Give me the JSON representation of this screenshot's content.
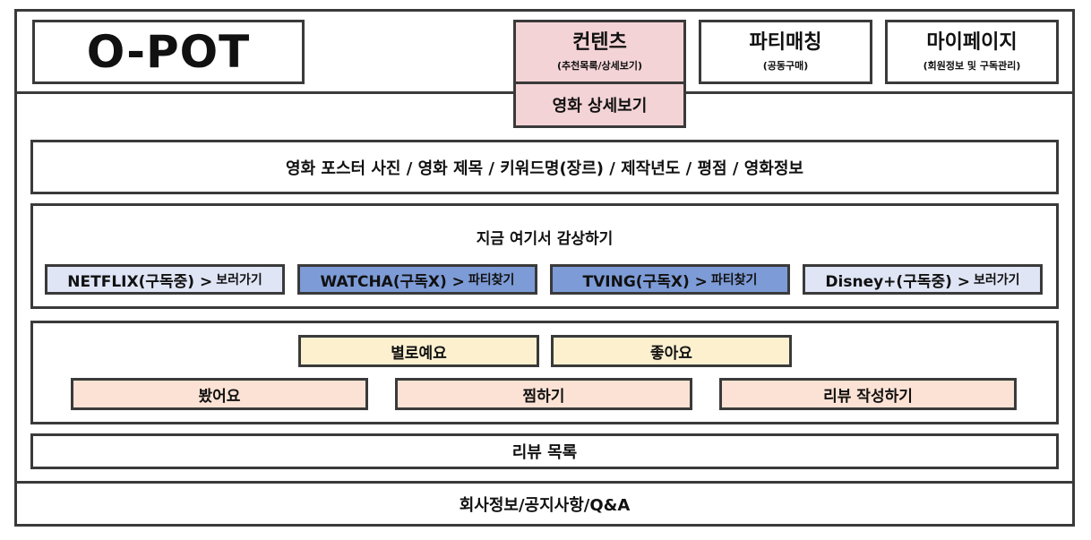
{
  "header": {
    "logo": "O-POT",
    "nav": [
      {
        "title": "컨텐츠",
        "subtitle": "(추천목록/상세보기)"
      },
      {
        "title": "파티매칭",
        "subtitle": "(공동구매)"
      },
      {
        "title": "마이페이지",
        "subtitle": "(회원정보 및 구독관리)"
      }
    ],
    "active_sub": "영화 상세보기"
  },
  "movie_info": "영화 포스터 사진 / 영화 제목 / 키워드명(장르) /  제작년도 / 평점 / 영화정보",
  "watch": {
    "title": "지금 여기서 감상하기",
    "services": [
      {
        "name": "NETFLIX(구독중) >",
        "action": "보러가기"
      },
      {
        "name": "WATCHA(구독X) >",
        "action": "파티찾기"
      },
      {
        "name": "TVING(구독X) >",
        "action": "파티찾기"
      },
      {
        "name": "Disney+(구독중) >",
        "action": "보러가기"
      }
    ]
  },
  "rating": {
    "dislike": "별로예요",
    "like": "좋아요"
  },
  "actions": {
    "watched": "봤어요",
    "wishlist": "찜하기",
    "write_review": "리뷰 작성하기"
  },
  "review_list": "리뷰 목록",
  "footer": "회사정보/공지사항/Q&A",
  "colors": {
    "border": "#3a3a3a",
    "content_pink": "#f3d3d6",
    "ott_subscribed": "#dfe5f5",
    "ott_unsubscribed": "#7d9bd6",
    "rating_yellow": "#fdf0cf",
    "action_peach": "#fbe2d4"
  }
}
